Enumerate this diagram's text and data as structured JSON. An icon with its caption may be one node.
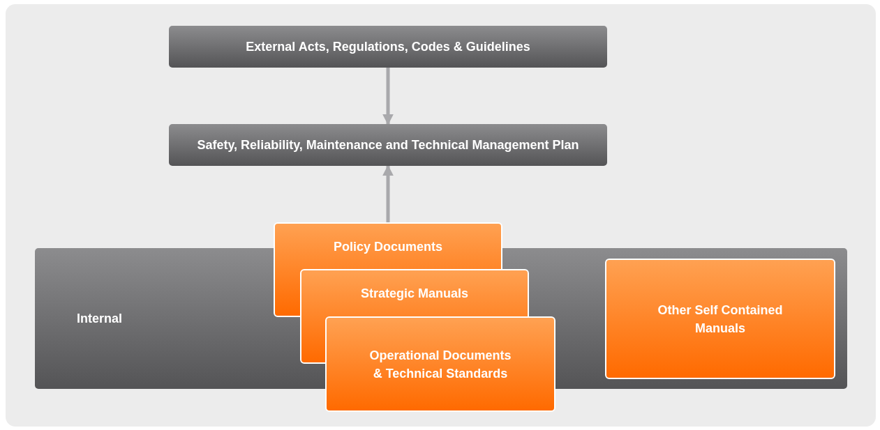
{
  "diagram": {
    "nodes": [
      {
        "text": [
          "External Acts, Regulations, Codes & Guidelines"
        ]
      },
      {
        "text": [
          "Safety, Reliability, Maintenance and Technical Management Plan"
        ]
      },
      {
        "text": [
          "Internal"
        ]
      },
      {
        "text": [
          "Policy Documents"
        ]
      },
      {
        "text": [
          "Strategic Manuals"
        ],
        "in": 2
      },
      {
        "text": [
          "Operational Documents & Technical Standards"
        ]
      },
      {
        "text": [
          "Other Self Contained Manuals"
        ],
        "in": 2
      }
    ],
    "edges": [
      {
        "from": 0,
        "to": 1,
        "arrow": "to"
      },
      {
        "from": 3,
        "to": 1,
        "arrow": "to"
      }
    ]
  }
}
